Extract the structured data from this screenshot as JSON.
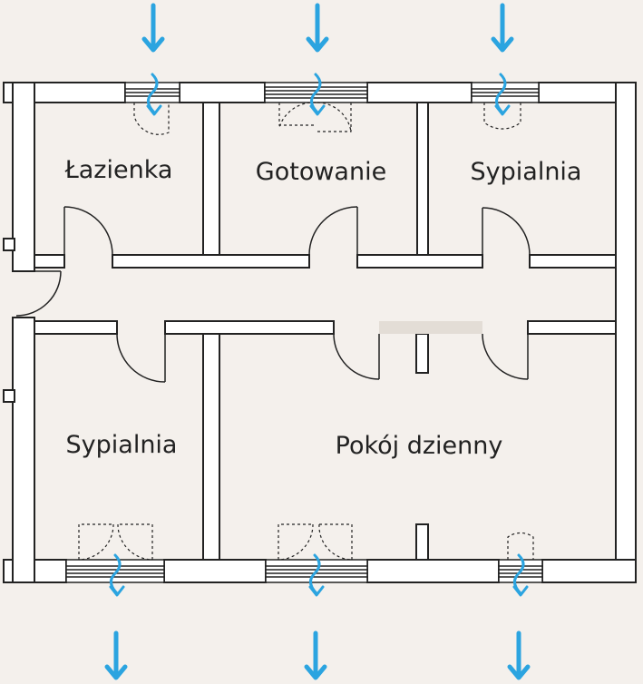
{
  "rooms": {
    "lazienka": "Łazienka",
    "gotowanie": "Gotowanie",
    "sypialnia_top": "Sypialnia",
    "sypialnia_bottom": "Sypialnia",
    "pokoj_dzienny": "Pokój dzienny"
  },
  "colors": {
    "background": "#f4f0ec",
    "wall": "#ffffff",
    "wall_stroke": "#222222",
    "arrow": "#2ba4e0"
  },
  "icons": {
    "airflow_in": "arrow-down-icon",
    "airflow_out": "arrow-down-icon",
    "door": "door-swing-icon",
    "window": "window-icon"
  }
}
